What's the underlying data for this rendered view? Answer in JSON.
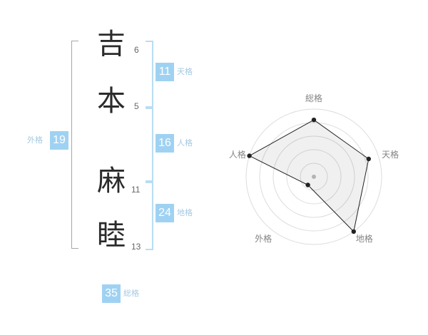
{
  "name": {
    "characters": [
      {
        "char": "吉",
        "strokes": "6"
      },
      {
        "char": "本",
        "strokes": "5"
      },
      {
        "char": "麻",
        "strokes": "11"
      },
      {
        "char": "睦",
        "strokes": "13"
      }
    ]
  },
  "categories": {
    "tenkaku": {
      "label": "天格",
      "value": "11"
    },
    "jinkaku": {
      "label": "人格",
      "value": "16"
    },
    "chikaku": {
      "label": "地格",
      "value": "24"
    },
    "gaikaku": {
      "label": "外格",
      "value": "19"
    },
    "soukaku": {
      "label": "総格",
      "value": "35"
    }
  },
  "colors": {
    "badge": "#9fd2f2",
    "category_label": "#a5c9e2",
    "bracket_blue": "#b9ddf4",
    "bracket_gray": "#a6a6a6",
    "char_text": "#2b2b2b",
    "stroke_text": "#666666",
    "chart_grid": "#dcdcdc",
    "chart_line": "#222222",
    "chart_fill": "rgba(0,0,0,0.06)",
    "chart_label": "#848484",
    "chart_center": "#b3b3b3"
  },
  "chart_data": {
    "type": "radar",
    "axes": [
      "総格",
      "天格",
      "地格",
      "外格",
      "人格"
    ],
    "values": [
      84,
      85,
      100,
      15,
      100
    ],
    "max": 100,
    "rings": 5,
    "grid": "concentric-circles",
    "legend": "none",
    "title": ""
  }
}
